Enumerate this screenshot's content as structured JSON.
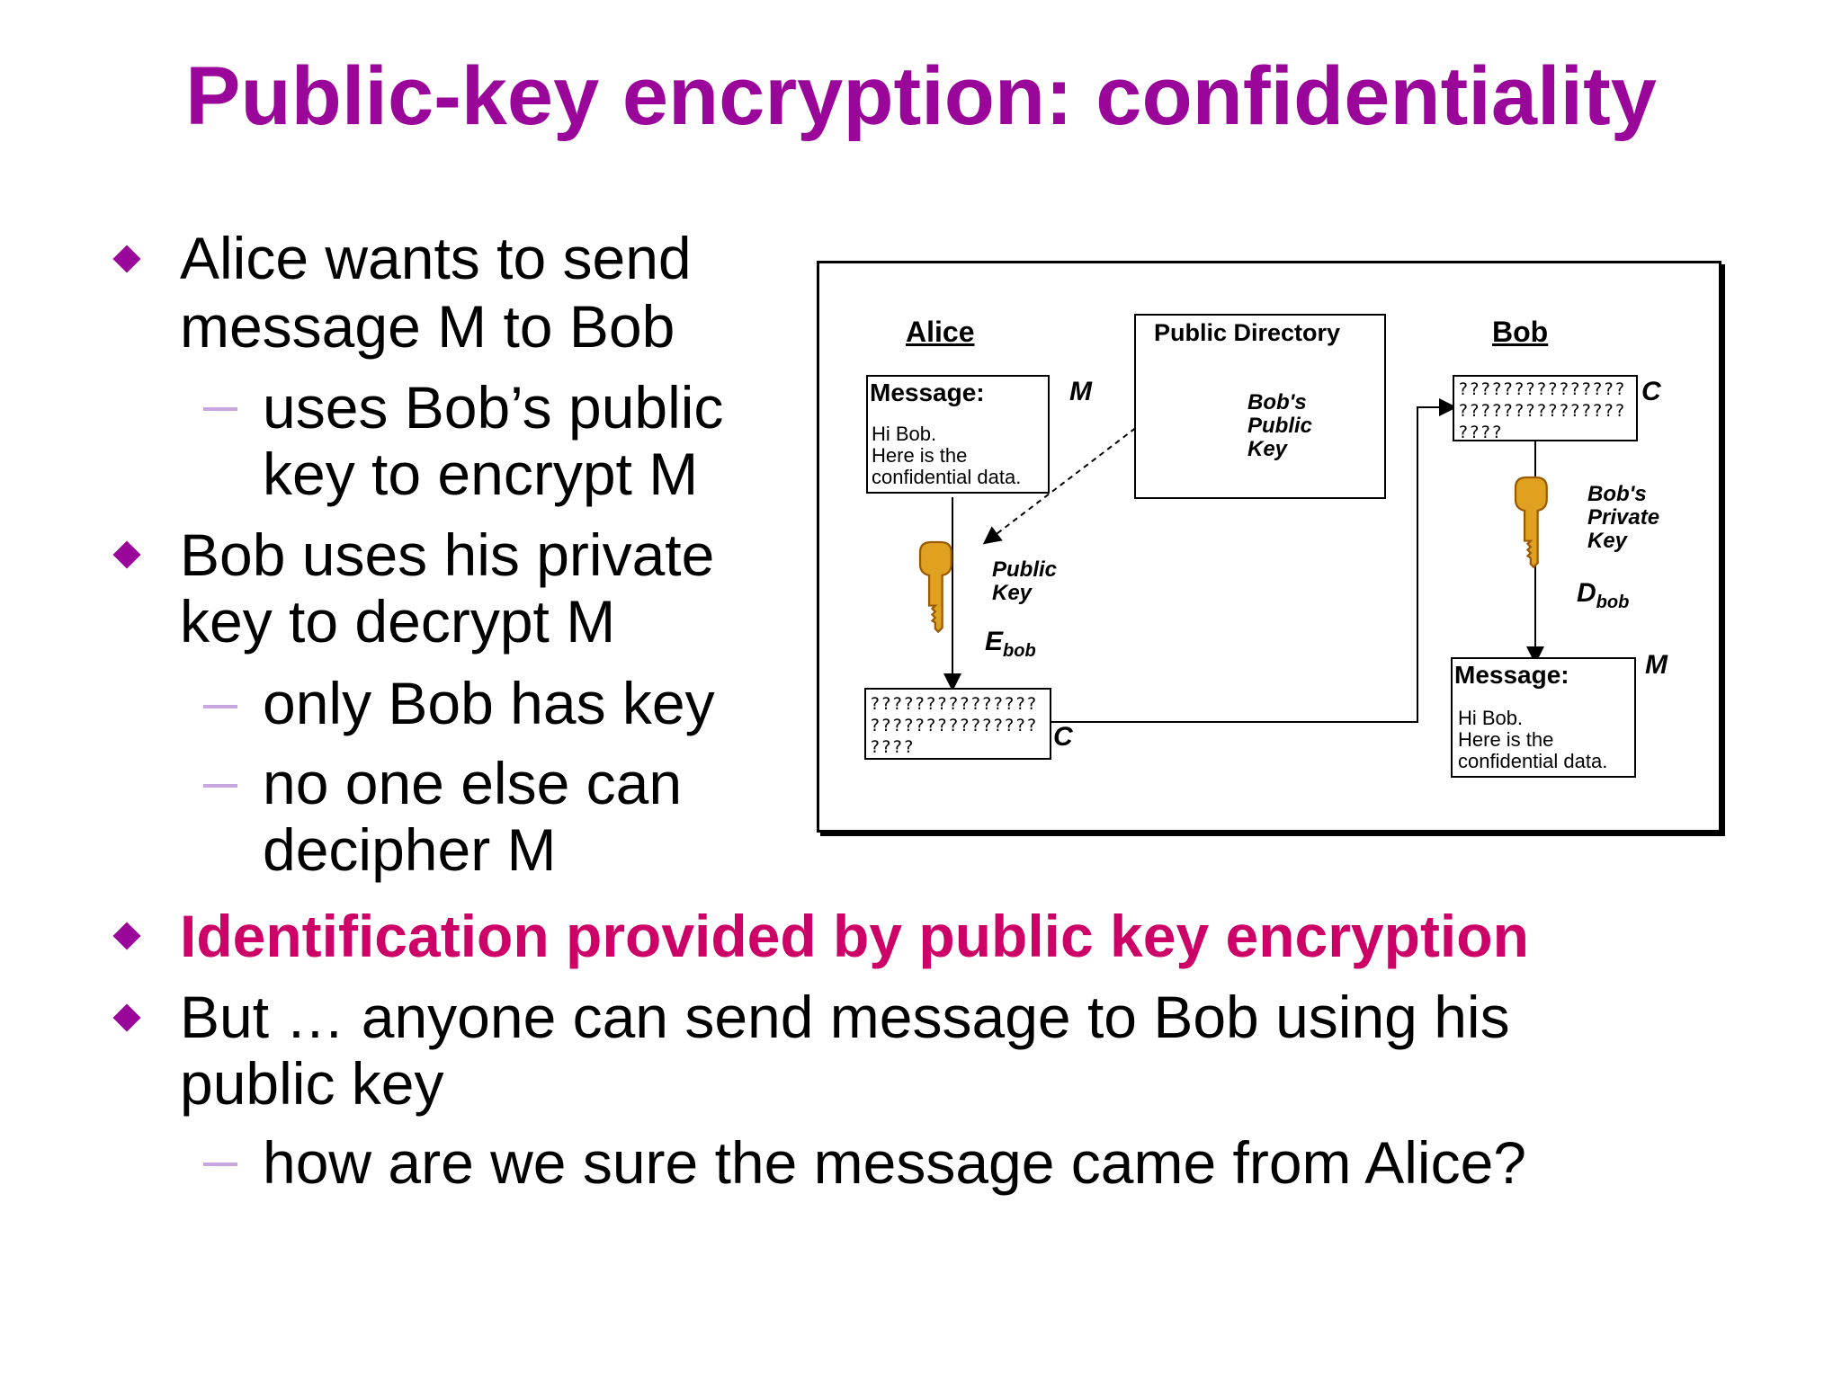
{
  "colors": {
    "title": "#9a069a",
    "bullet": "#9a069a",
    "dash": "#c8a6e0",
    "highlight": "#cc0066",
    "key_gold": "#e0a020"
  },
  "slide": {
    "title": "Public-key encryption: confidentiality",
    "bullets": [
      {
        "lines": [
          "Alice wants to send",
          "message M to Bob"
        ],
        "sub": [
          {
            "lines": [
              "uses Bob’s public",
              "key to encrypt M"
            ]
          }
        ]
      },
      {
        "lines": [
          "Bob uses his private",
          "key to decrypt M"
        ],
        "sub": [
          {
            "lines": [
              "only Bob has key"
            ]
          },
          {
            "lines": [
              "no one else can",
              "decipher M"
            ]
          }
        ]
      },
      {
        "lines": [
          "Identification provided by public key encryption"
        ],
        "highlight": true
      },
      {
        "lines": [
          "But … anyone can send message to Bob using his",
          "public key"
        ],
        "sub": [
          {
            "lines": [
              "how are we sure the message came from Alice?"
            ]
          }
        ]
      }
    ]
  },
  "diagram": {
    "alice_label": "Alice",
    "bob_label": "Bob",
    "directory_label": "Public Directory",
    "msg_heading": "Message:",
    "msg_body": [
      "Hi Bob.",
      "Here is the",
      "confidential data."
    ],
    "symbol_m": "M",
    "symbol_c": "C",
    "cipher_lines": [
      "???????????????",
      "???????????????",
      "????"
    ],
    "dir_key_label": [
      "Bob's",
      "Public",
      "Key"
    ],
    "public_key_label": [
      "Public",
      "Key"
    ],
    "private_key_label": [
      "Bob's",
      "Private",
      "Key"
    ],
    "e_sym": "E",
    "e_sub": "bob",
    "d_sym": "D",
    "d_sub": "bob"
  }
}
